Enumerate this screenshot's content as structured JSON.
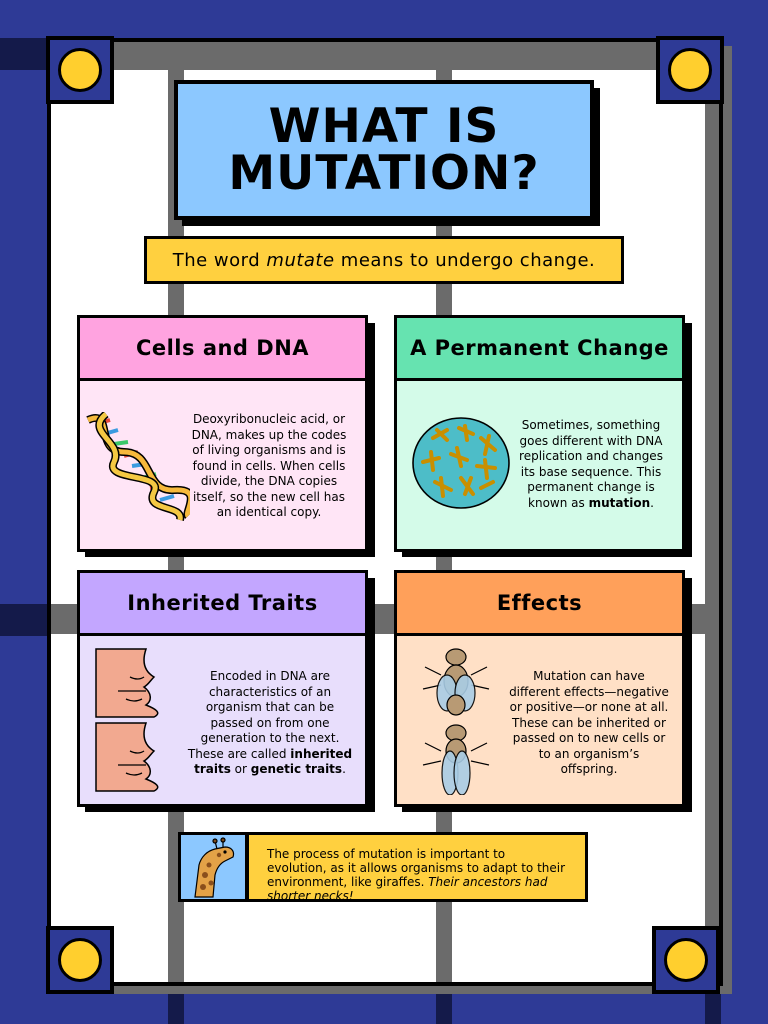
{
  "title": {
    "line1": "WHAT IS",
    "line2": "MUTATION?"
  },
  "subtitle": {
    "before": "The word ",
    "emphasis": "mutate",
    "after": " means to undergo change."
  },
  "cards": {
    "cells": {
      "heading": "Cells and DNA",
      "body": "Deoxyribonucleic acid, or DNA, makes up the codes of living organisms and is found in cells. When cells divide, the DNA copies itself, so the new cell has an identical copy.",
      "icon": "dna-helix-icon"
    },
    "permanent": {
      "heading": "A Permanent Change",
      "body_before": "Sometimes, something goes different with DNA replication and changes its base sequence. This permanent change is known as ",
      "body_bold": "mutation",
      "body_after": ".",
      "icon": "cell-chromosomes-icon"
    },
    "inherited": {
      "heading": "Inherited Traits",
      "body_before": "Encoded in DNA are characteristics of an organism that can be passed on from one generation to the next. These are called ",
      "bold1": "inherited traits",
      "middle": " or ",
      "bold2": "genetic traits",
      "body_after": ".",
      "icon": "face-profile-icon"
    },
    "effects": {
      "heading": "Effects",
      "body": "Mutation can have different effects—negative or positive—or none at all. These can be inherited or passed on to new cells or to an organism’s offspring.",
      "icon": "fly-icon"
    }
  },
  "footer": {
    "text": "The process of mutation is important to evolution, as it allows organisms to adapt to their environment, like giraffes. ",
    "italic": "Their ancestors had shorter necks!",
    "icon": "giraffe-icon"
  },
  "colors": {
    "background": "#2e3a96",
    "title_bg": "#8cc8ff",
    "accent_yellow": "#ffd03f",
    "pink_head": "#ffa3e0",
    "pink_body": "#ffe5f6",
    "green_head": "#66e3b0",
    "green_body": "#d4fbe9",
    "purple_head": "#c3a6ff",
    "purple_body": "#e8defc",
    "orange_head": "#ffa05a",
    "orange_body": "#ffe0c6"
  }
}
